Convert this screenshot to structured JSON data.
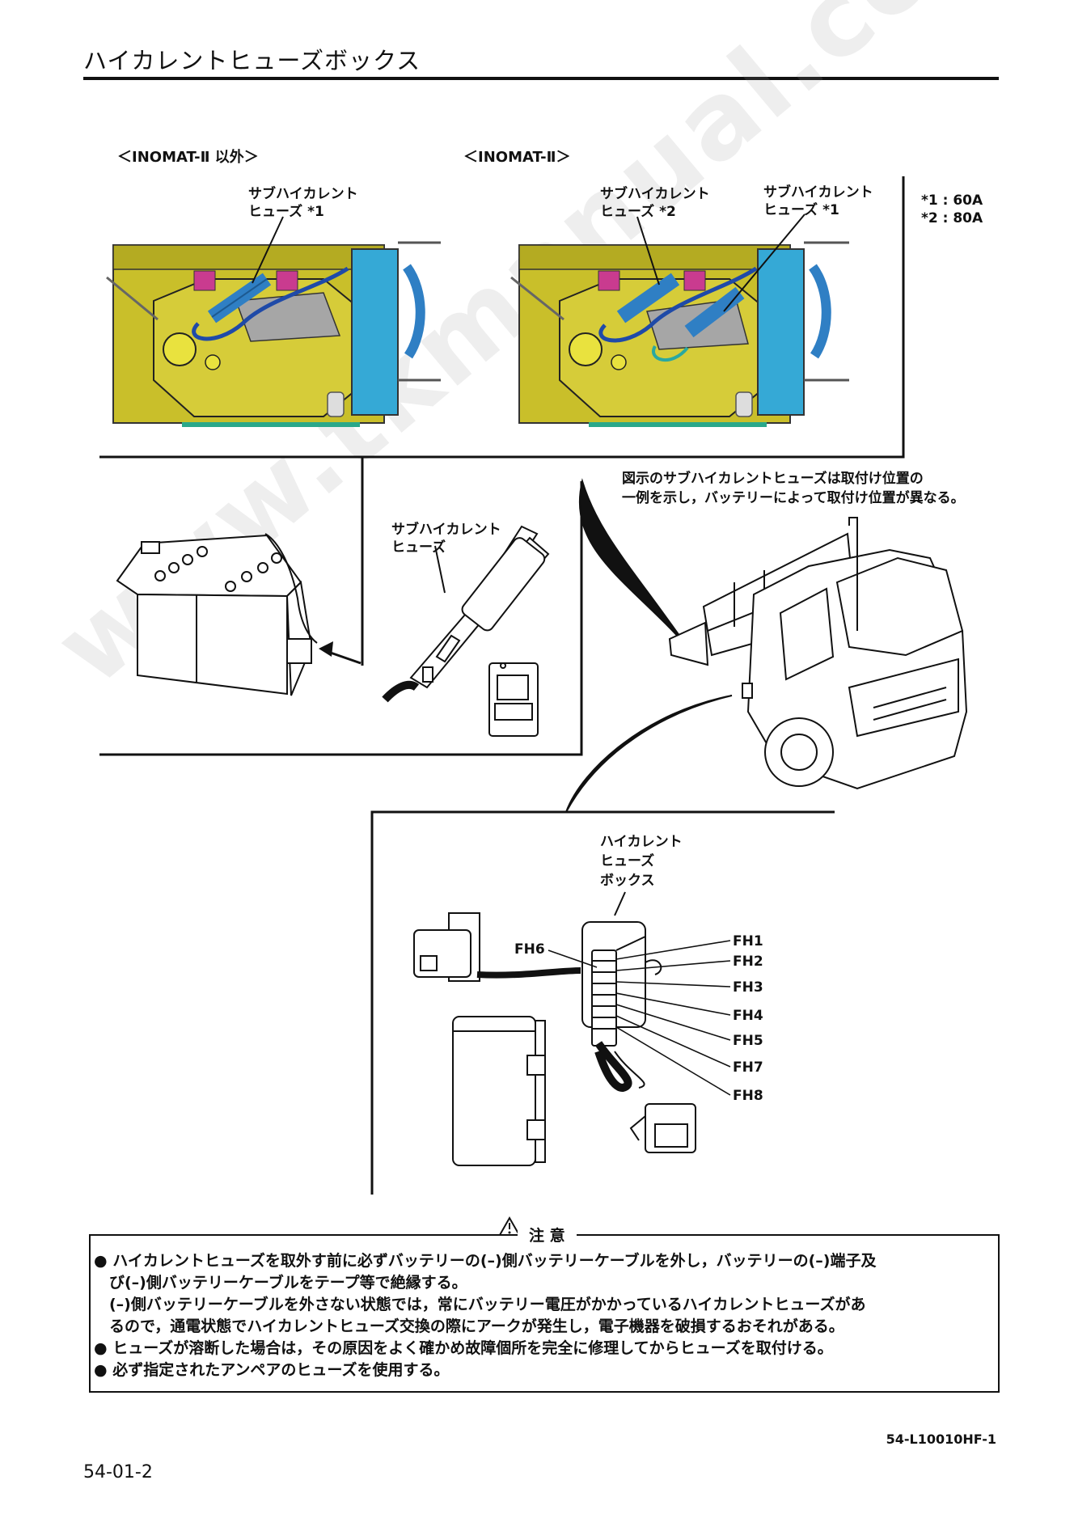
{
  "page": {
    "title": "ハイカレントヒューズボックス",
    "doc_code": "54-L10010HF-1",
    "page_number": "54-01-2",
    "watermark": "www.tkmanual.com"
  },
  "top_left": {
    "variant": "＜INOMAT-Ⅱ 以外＞",
    "callout_line1": "サブハイカレント",
    "callout_line2": "ヒューズ *1"
  },
  "top_right": {
    "variant": "＜INOMAT-Ⅱ＞",
    "callout_a_line1": "サブハイカレント",
    "callout_a_line2": "ヒューズ *2",
    "callout_b_line1": "サブハイカレント",
    "callout_b_line2": "ヒューズ *1"
  },
  "legend": {
    "note1": "*1 : 60A",
    "note2": "*2 : 80A"
  },
  "middle": {
    "callout_line1": "サブハイカレント",
    "callout_line2": "ヒューズ",
    "info_line1": "図示のサブハイカレントヒューズは取付け位置の",
    "info_line2": "一例を示し，バッテリーによって取付け位置が異なる。"
  },
  "bottom": {
    "box_line1": "ハイカレント",
    "box_line2": "ヒューズ",
    "box_line3": "ボックス",
    "fuses": {
      "fh1": "FH1",
      "fh2": "FH2",
      "fh3": "FH3",
      "fh4": "FH4",
      "fh5": "FH5",
      "fh6": "FH6",
      "fh7": "FH7",
      "fh8": "FH8"
    }
  },
  "caution": {
    "heading": "注 意",
    "line1": "● ハイカレントヒューズを取外す前に必ずバッテリーの(–)側バッテリーケーブルを外し，バッテリーの(–)端子及",
    "line2": "　び(–)側バッテリーケーブルをテープ等で絶縁する。",
    "line3": "　(–)側バッテリーケーブルを外さない状態では，常にバッテリー電圧がかかっているハイカレントヒューズがあ",
    "line4": "　るので，通電状態でハイカレントヒューズ交換の際にアークが発生し，電子機器を破損するおそれがある。",
    "line5": "● ヒューズが溶断した場合は，その原因をよく確かめ故障個所を完全に修理してからヒューズを取付ける。",
    "line6": "● 必ず指定されたアンペアのヒューズを使用する。"
  },
  "colors": {
    "frame": "#c9bf2a",
    "fuse_blue": "#2f7fc4",
    "holder_magenta": "#c93b8f",
    "panel_cyan": "#35a9d6",
    "plate_gray": "#a6a6a6"
  }
}
